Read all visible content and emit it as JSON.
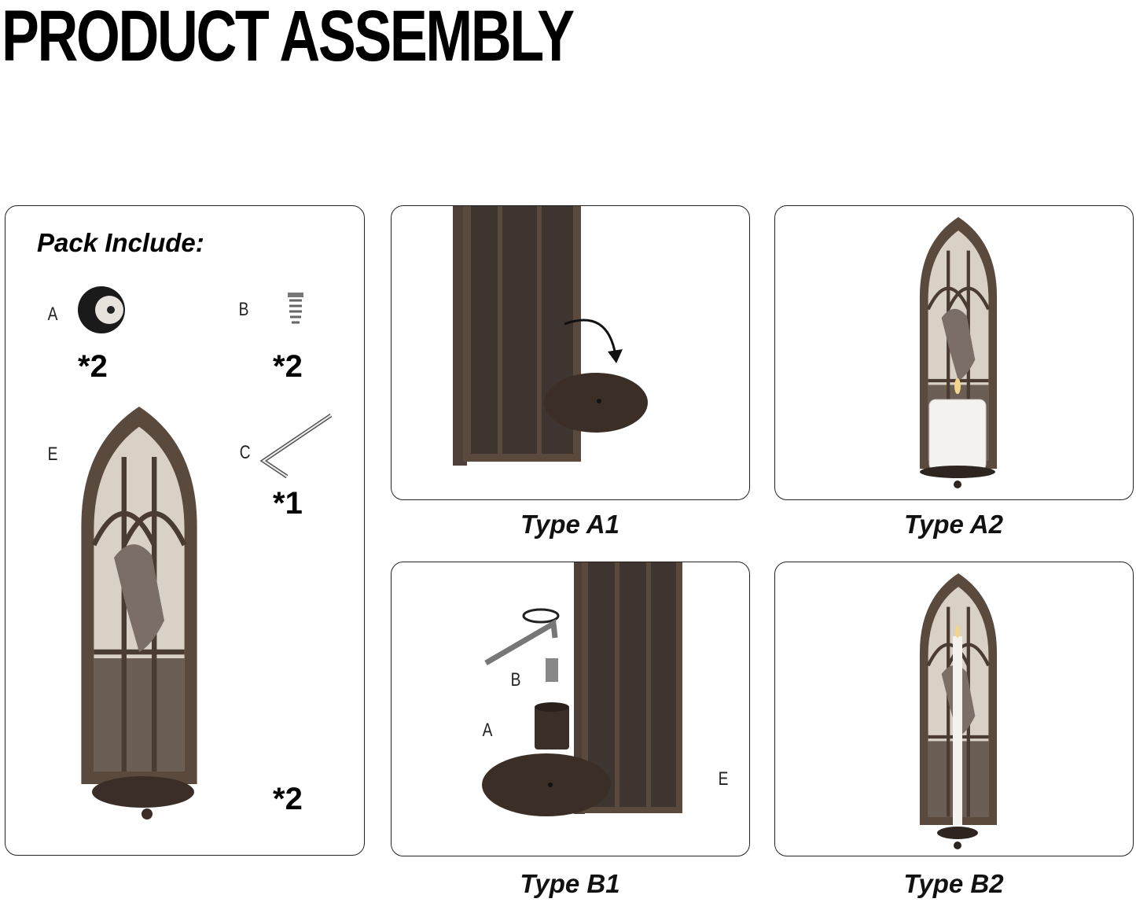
{
  "title": "PRODUCT ASSEMBLY",
  "pack": {
    "heading": "Pack Include:",
    "items": [
      {
        "letter": "A",
        "qty": "*2",
        "icon": "cup-icon"
      },
      {
        "letter": "B",
        "qty": "*2",
        "icon": "screw-icon"
      },
      {
        "letter": "C",
        "qty": "*1",
        "icon": "hex-key-icon"
      },
      {
        "letter": "E",
        "qty": "*2",
        "icon": "gothic-window-sconce-icon"
      }
    ]
  },
  "steps": [
    {
      "caption": "Type A1"
    },
    {
      "caption": "Type A2"
    },
    {
      "caption": "Type B1",
      "labels": {
        "b": "B",
        "a": "A",
        "e": "E"
      }
    },
    {
      "caption": "Type B2"
    }
  ],
  "colors": {
    "frame": "#5a4a3e",
    "glass": "#d9d0c6",
    "metal": "#3a2e27"
  }
}
